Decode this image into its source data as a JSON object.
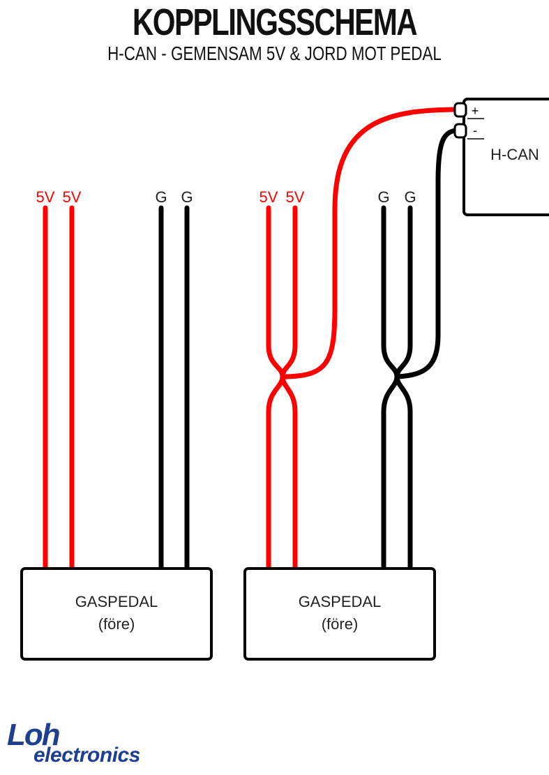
{
  "header": {
    "title": "KOPPLINGSSCHEMA",
    "subtitle": "H-CAN - GEMENSAM 5V & JORD MOT PEDAL"
  },
  "colors": {
    "power": "#ff0000",
    "ground": "#000000",
    "brand": "#1e3f8f"
  },
  "wires": {
    "five_v": "5V",
    "ground": "G"
  },
  "pedal_left": {
    "name": "GASPEDAL",
    "sub": "(före)"
  },
  "pedal_right": {
    "name": "GASPEDAL",
    "sub": "(före)"
  },
  "hcan": {
    "name": "H-CAN",
    "plus": "+",
    "minus": "-"
  },
  "logo": {
    "line1": "Loh",
    "line2": "electronics"
  }
}
